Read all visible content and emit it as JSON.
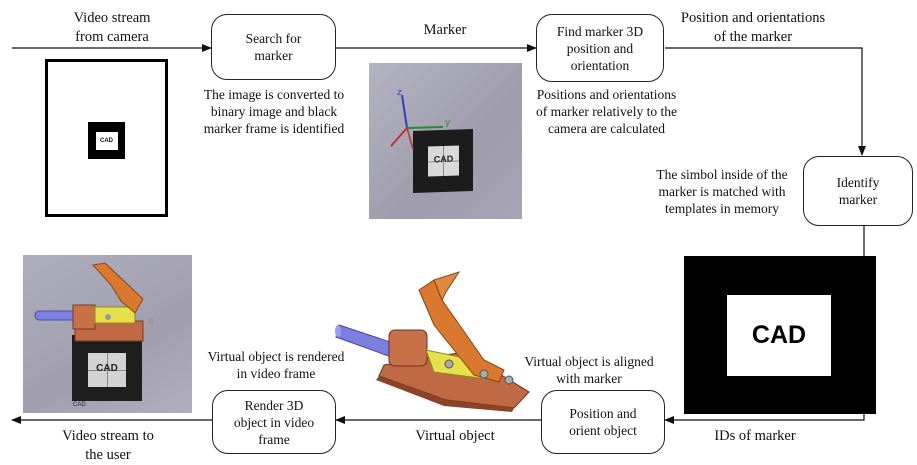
{
  "labels": {
    "video_stream_camera": "Video stream\nfrom camera",
    "marker_edge": "Marker",
    "position_orientations": "Position and orientations\nof the marker",
    "binary_desc": "The image is converted to\nbinary image and  black\nmarker frame is identified",
    "positions_desc": "Positions and orientations\nof marker relatively to the\ncamera are calculated",
    "symbol_desc": "The simbol inside of the\nmarker is matched with\ntemplates in memory",
    "rendered_desc": "Virtual object is rendered\nin video frame",
    "aligned_desc": "Virtual object is aligned\nwith marker",
    "video_stream_user": "Video stream to\nthe user",
    "virtual_object": "Virtual object",
    "ids_of_marker": "IDs of marker"
  },
  "boxes": {
    "search_marker": "Search for\nmarker",
    "find_3d": "Find marker 3D\nposition and\norientation",
    "identify": "Identify\nmarker",
    "position_orient": "Position and\norient object",
    "render_3d": "Render 3D\nobject in video\nframe"
  },
  "marker_text": {
    "small": "CAD",
    "photo": "CAD",
    "large": "CAD",
    "render": "CAD",
    "render_caption": "CAD"
  },
  "axes": {
    "z": "z",
    "y": "y"
  },
  "colors": {
    "arm_orange": "#d9782e",
    "cylinder_blue": "#7b7fe0",
    "bracket_yellow": "#e6e04a",
    "base_copper": "#c06a45",
    "photo_bg": "#a9a7b6"
  }
}
